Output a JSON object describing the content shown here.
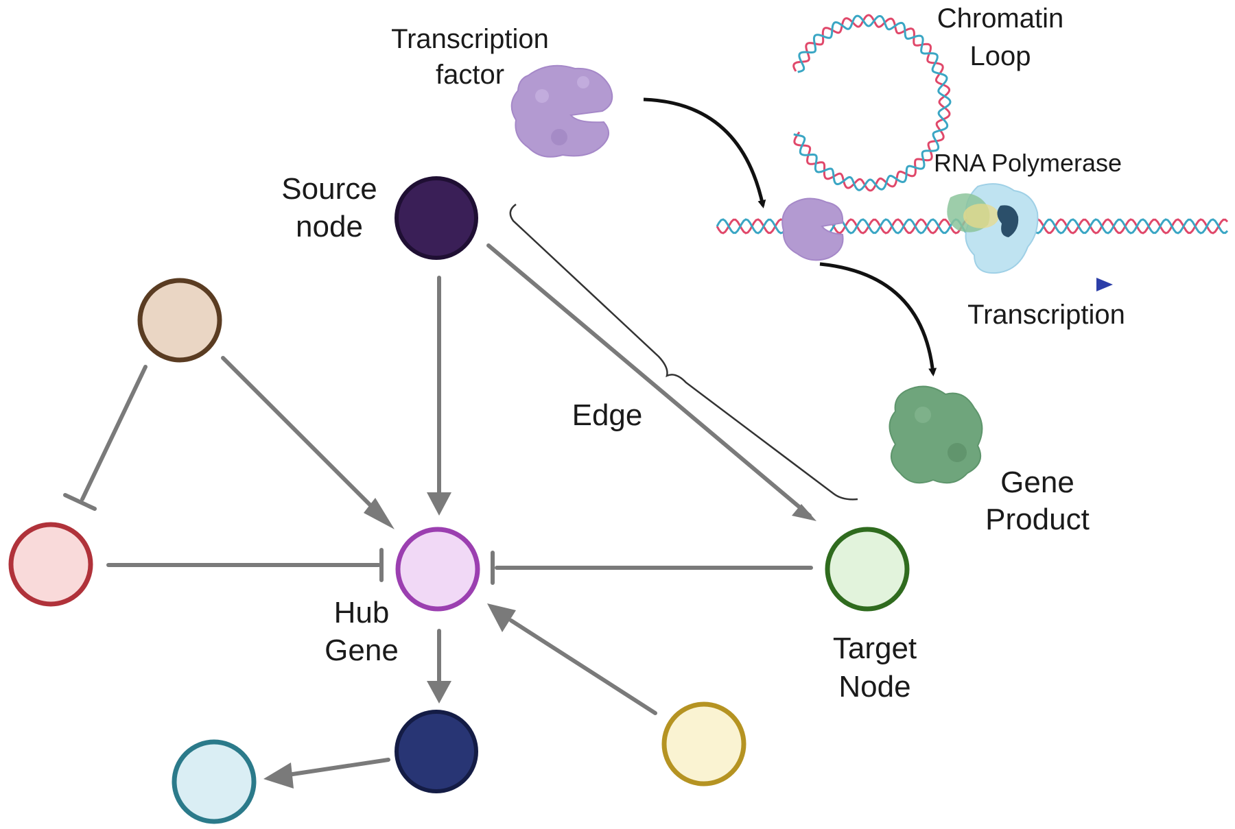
{
  "labels": {
    "transcription_factor": [
      "Transcription",
      "factor"
    ],
    "chromatin_loop": [
      "Chromatin",
      "Loop"
    ],
    "rna_polymerase": "RNA Polymerase",
    "transcription": "Transcription",
    "gene_product": [
      "Gene",
      "Product"
    ],
    "source_node": [
      "Source",
      "node"
    ],
    "edge": "Edge",
    "hub_gene": [
      "Hub",
      "Gene"
    ],
    "target_node": [
      "Target",
      "Node"
    ]
  },
  "colors": {
    "edge_line": "#7a7a7a",
    "source_node": {
      "fill": "#3a1f57",
      "stroke": "#1f0f33"
    },
    "hub_gene": {
      "fill": "#f1d9f6",
      "stroke": "#9b3fb0"
    },
    "target_node": {
      "fill": "#e2f3dc",
      "stroke": "#2f6b1e"
    },
    "brown_node": {
      "fill": "#ead6c4",
      "stroke": "#5a3c22"
    },
    "red_node": {
      "fill": "#f9dada",
      "stroke": "#b0323a"
    },
    "navy_node": {
      "fill": "#283574",
      "stroke": "#141c45"
    },
    "cyan_node": {
      "fill": "#daeef4",
      "stroke": "#2b7a8a"
    },
    "yellow_node": {
      "fill": "#faf3d2",
      "stroke": "#b59322"
    },
    "transcription_factor_icon": "#b39ad1",
    "gene_product_icon": "#6fa57c",
    "dna_strand_a": "#e0486a",
    "dna_strand_b": "#3aa6c4",
    "transcription_arrow": "#2c3ea8"
  }
}
